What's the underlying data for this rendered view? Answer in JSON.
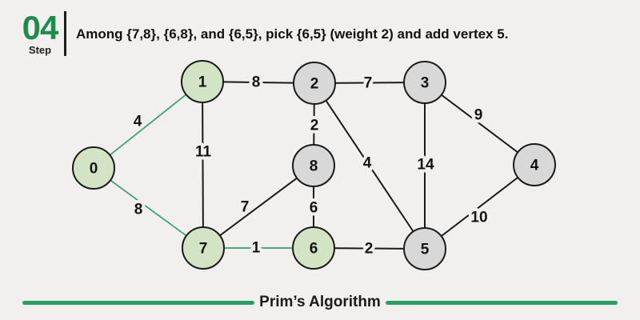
{
  "header": {
    "step_number": "04",
    "step_label": "Step",
    "description": "Among {7,8}, {6,8}, and {6,5}, pick {6,5} (weight 2) and add vertex 5."
  },
  "footer": {
    "title": "Prim’s Algorithm"
  },
  "colors": {
    "background": "#f1f0ee",
    "accent_green": "#1f8b4c",
    "footer_line_green": "#27a065",
    "edge_mst": "#35a06d",
    "edge_default": "#1a1a1a",
    "node_mst_fill": "#d2e4c3",
    "node_default_fill": "#d8d8d8",
    "node_border": "#1a1a1a"
  },
  "graph": {
    "nodes": [
      {
        "id": "0",
        "in_mst": true
      },
      {
        "id": "1",
        "in_mst": true
      },
      {
        "id": "2",
        "in_mst": false
      },
      {
        "id": "3",
        "in_mst": false
      },
      {
        "id": "4",
        "in_mst": false
      },
      {
        "id": "5",
        "in_mst": false
      },
      {
        "id": "6",
        "in_mst": true
      },
      {
        "id": "7",
        "in_mst": true
      },
      {
        "id": "8",
        "in_mst": false
      }
    ],
    "edges": [
      {
        "from": "0",
        "to": "1",
        "weight": "4",
        "in_mst": true
      },
      {
        "from": "0",
        "to": "7",
        "weight": "8",
        "in_mst": true
      },
      {
        "from": "1",
        "to": "7",
        "weight": "11",
        "in_mst": false
      },
      {
        "from": "1",
        "to": "2",
        "weight": "8",
        "in_mst": false
      },
      {
        "from": "2",
        "to": "3",
        "weight": "7",
        "in_mst": false
      },
      {
        "from": "2",
        "to": "8",
        "weight": "2",
        "in_mst": false
      },
      {
        "from": "2",
        "to": "5",
        "weight": "4",
        "in_mst": false
      },
      {
        "from": "3",
        "to": "4",
        "weight": "9",
        "in_mst": false
      },
      {
        "from": "3",
        "to": "5",
        "weight": "14",
        "in_mst": false
      },
      {
        "from": "7",
        "to": "8",
        "weight": "7",
        "in_mst": false
      },
      {
        "from": "7",
        "to": "6",
        "weight": "1",
        "in_mst": true
      },
      {
        "from": "8",
        "to": "6",
        "weight": "6",
        "in_mst": false
      },
      {
        "from": "6",
        "to": "5",
        "weight": "2",
        "in_mst": false
      },
      {
        "from": "5",
        "to": "4",
        "weight": "10",
        "in_mst": false
      }
    ]
  }
}
